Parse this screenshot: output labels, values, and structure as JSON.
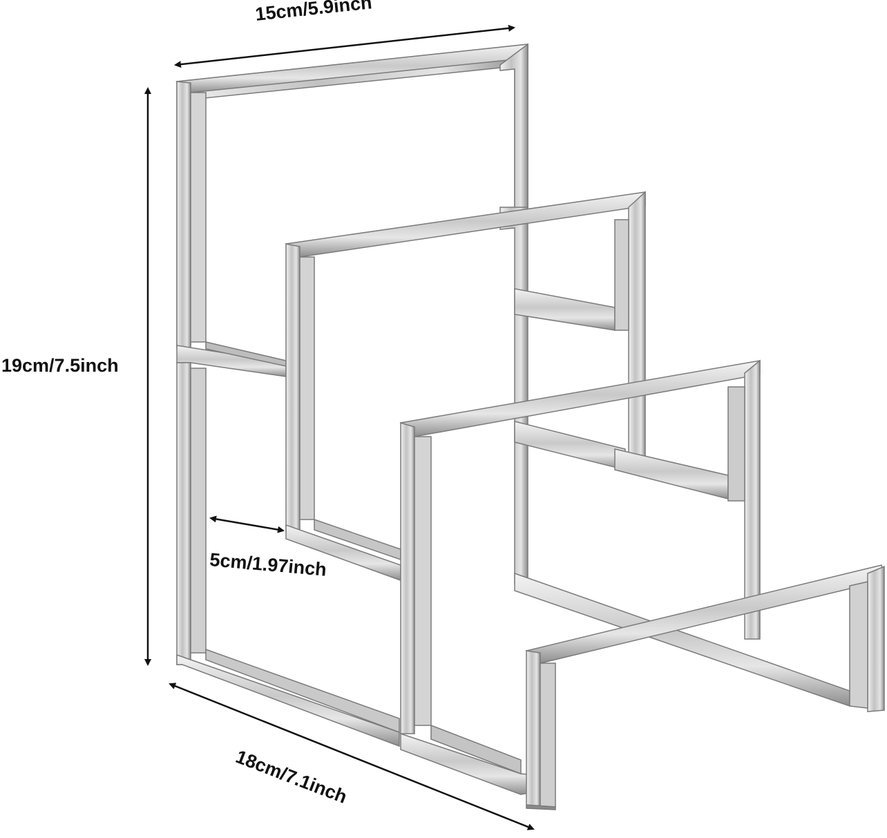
{
  "dimensions": {
    "top_width": "15cm/5.9inch",
    "height": "19cm/7.5inch",
    "spacing": "5cm/1.97inch",
    "depth": "18cm/7.1inch"
  },
  "colors": {
    "background": "#ffffff",
    "metal_light": "#eeeeee",
    "metal_mid": "#c4c4c4",
    "metal_dark": "#8a8a8a",
    "arrow": "#111111"
  }
}
